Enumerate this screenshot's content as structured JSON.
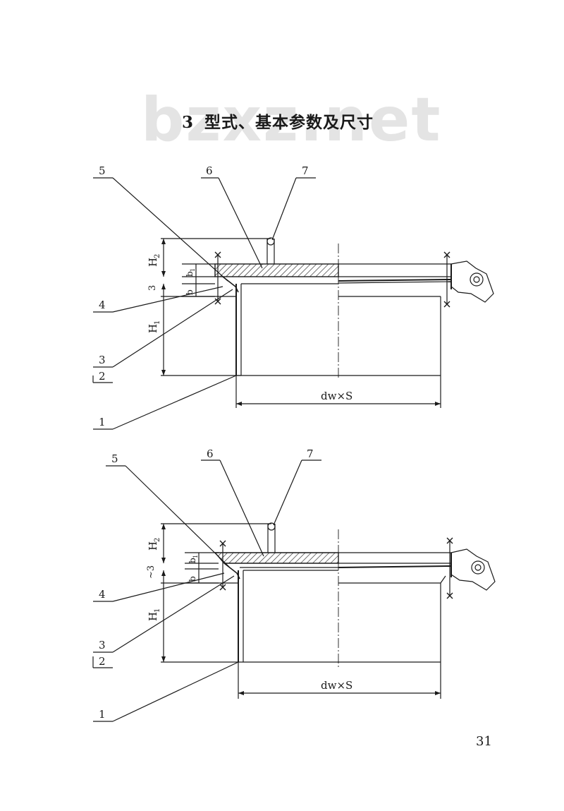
{
  "watermark": "bzxz.net",
  "heading": {
    "number": "3",
    "text": "型式、基本参数及尺寸"
  },
  "figures": [
    {
      "id": "top",
      "callouts": [
        "1",
        "2",
        "3",
        "4",
        "5",
        "6",
        "7"
      ],
      "dims": {
        "H1": "H",
        "H1_sub": "1",
        "H2": "H",
        "H2_sub": "2",
        "three": "3",
        "b": "b",
        "b1": "b",
        "b1_sub": "1",
        "dwS": "dw×S"
      }
    },
    {
      "id": "bottom",
      "callouts": [
        "1",
        "2",
        "3",
        "4",
        "5",
        "6",
        "7"
      ],
      "dims": {
        "H1": "H",
        "H1_sub": "1",
        "H2": "H",
        "H2_sub": "2",
        "three": "~3",
        "b": "b",
        "b1": "b",
        "b1_sub": "1",
        "dwS": "dw×S"
      }
    }
  ],
  "page_number": "31"
}
